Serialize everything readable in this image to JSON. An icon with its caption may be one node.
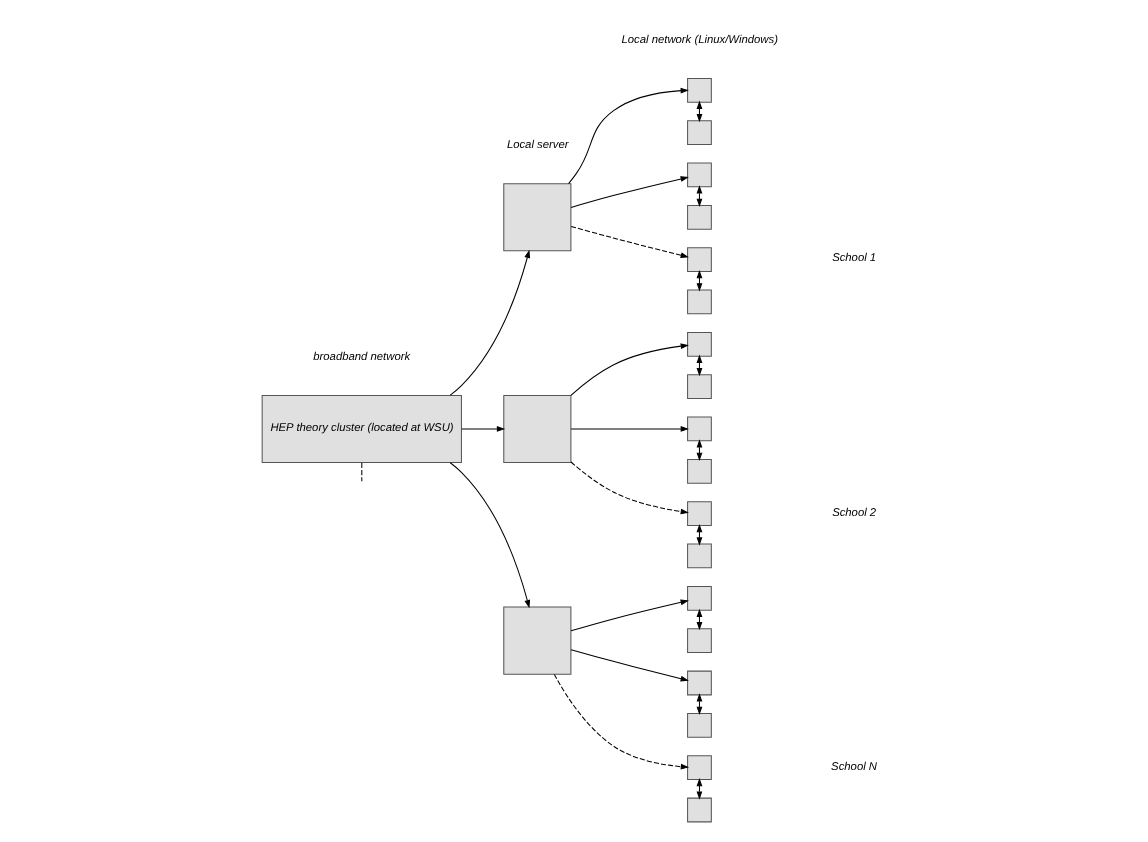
{
  "diagram": {
    "nodes": [
      {
        "text": [
          "HEP theory cluster (located at WSU)"
        ]
      },
      {
        "text": [],
        "shape": "box"
      },
      {
        "text": [],
        "shape": "box"
      },
      {
        "text": [],
        "shape": "box"
      },
      {
        "text": [],
        "shape": "box"
      },
      {
        "text": [],
        "shape": "box"
      },
      {
        "text": [],
        "shape": "box"
      },
      {
        "text": [],
        "shape": "box"
      },
      {
        "text": [],
        "shape": "box"
      },
      {
        "text": [],
        "shape": "box"
      },
      {
        "text": [],
        "shape": "box"
      },
      {
        "text": [],
        "shape": "box"
      },
      {
        "text": [],
        "shape": "box"
      },
      {
        "text": [],
        "shape": "box"
      },
      {
        "text": [],
        "shape": "box"
      },
      {
        "text": [],
        "shape": "box"
      },
      {
        "text": [],
        "shape": "box"
      },
      {
        "text": [],
        "shape": "box"
      },
      {
        "text": [],
        "shape": "box"
      },
      {
        "text": [],
        "shape": "box"
      },
      {
        "text": [],
        "shape": "box"
      },
      {
        "text": [],
        "shape": "box"
      }
    ],
    "edges": [
      {
        "from": 0,
        "to": 1,
        "arrow": "to"
      },
      {
        "from": 0,
        "to": 8,
        "arrow": "to"
      },
      {
        "from": 0,
        "to": null,
        "arrow": "none",
        "style": "dashed"
      },
      {
        "from": 0,
        "to": 15,
        "arrow": "to"
      },
      {
        "from": 1,
        "to": 2,
        "arrow": "to"
      },
      {
        "from": 1,
        "to": 3,
        "arrow": "to"
      },
      {
        "from": 1,
        "to": 4,
        "arrow": "to",
        "style": "dashed"
      },
      {
        "from": 2,
        "to": 5,
        "arrow": "both"
      },
      {
        "from": 3,
        "to": 6,
        "arrow": "both"
      },
      {
        "from": 4,
        "to": 7,
        "arrow": "both"
      },
      {
        "from": 8,
        "to": 9,
        "arrow": "to"
      },
      {
        "from": 8,
        "to": 10,
        "arrow": "to"
      },
      {
        "from": 8,
        "to": 11,
        "arrow": "to",
        "style": "dashed"
      },
      {
        "from": 9,
        "to": 12,
        "arrow": "both"
      },
      {
        "from": 10,
        "to": 13,
        "arrow": "both"
      },
      {
        "from": 11,
        "to": 14,
        "arrow": "both"
      },
      {
        "from": 15,
        "to": 16,
        "arrow": "to"
      },
      {
        "from": 15,
        "to": 17,
        "arrow": "to"
      },
      {
        "from": 15,
        "to": 18,
        "arrow": "to",
        "style": "dashed"
      },
      {
        "from": 16,
        "to": 19,
        "arrow": "both"
      },
      {
        "from": 17,
        "to": 20,
        "arrow": "both"
      },
      {
        "from": 18,
        "to": 21,
        "arrow": "both"
      }
    ],
    "labels": [
      "School 1",
      "School 2",
      "broadband network",
      "School N",
      "Local server",
      "Local network (Linux/Windows)"
    ]
  }
}
